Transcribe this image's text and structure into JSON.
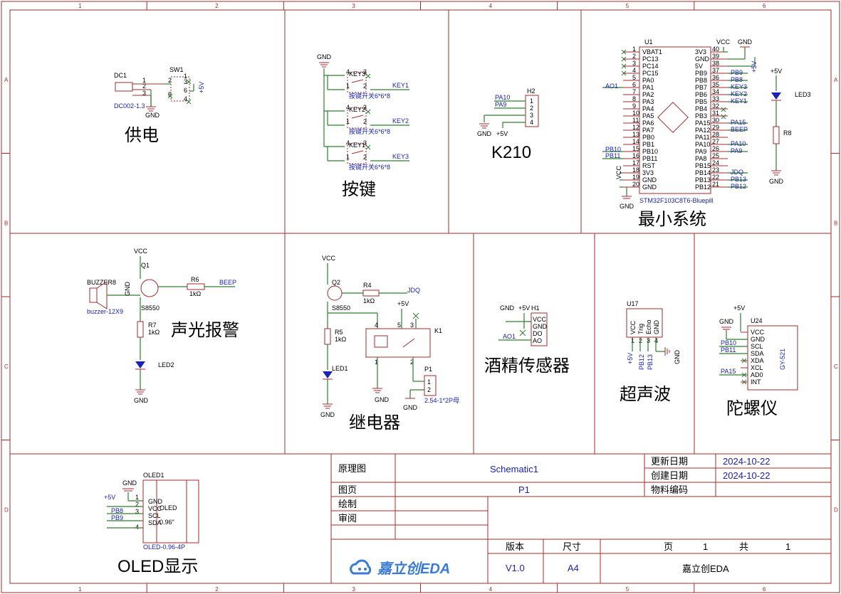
{
  "border": {
    "columns": [
      "1",
      "2",
      "3",
      "4",
      "5",
      "6"
    ],
    "rows": [
      "A",
      "B",
      "C",
      "D"
    ]
  },
  "sections": {
    "power": "供电",
    "keys": "按键",
    "k210": "K210",
    "minsys": "最小系统",
    "alarm": "声光报警",
    "relay": "继电器",
    "alcohol": "酒精传感器",
    "ultrasonic": "超声波",
    "gyro": "陀螺仪",
    "oled": "OLED显示"
  },
  "power": {
    "dc_ref": "DC1",
    "dc_part": "DC002-1.3",
    "sw_ref": "SW1",
    "v5": "+5V",
    "gnd": "GND",
    "pins": [
      "1",
      "2",
      "3"
    ],
    "sw_pins": [
      "1",
      "2",
      "3",
      "4",
      "5",
      "6"
    ]
  },
  "keys": {
    "gnd": "GND",
    "items": [
      {
        "ref": "KEY3",
        "net": "KEY1",
        "part": "按键开关6*6*8"
      },
      {
        "ref": "KEY2",
        "net": "KEY2",
        "part": "按键开关6*6*8"
      },
      {
        "ref": "KEY1",
        "net": "KEY3",
        "part": "按键开关6*6*8"
      }
    ],
    "pins": [
      "1",
      "2",
      "3",
      "4"
    ]
  },
  "k210": {
    "ref": "H2",
    "nets": [
      "PA10",
      "PA9"
    ],
    "pins": [
      "1",
      "2",
      "3",
      "4"
    ],
    "gnd": "GND",
    "v5": "+5V"
  },
  "mcu": {
    "ref": "U1",
    "part": "STM32F103C8T6-Bluepill",
    "left_pins": [
      {
        "n": "1",
        "name": "VBAT1"
      },
      {
        "n": "2",
        "name": "PC13"
      },
      {
        "n": "3",
        "name": "PC14"
      },
      {
        "n": "4",
        "name": "PC15"
      },
      {
        "n": "5",
        "name": "PA0"
      },
      {
        "n": "6",
        "name": "PA1"
      },
      {
        "n": "7",
        "name": "PA2"
      },
      {
        "n": "8",
        "name": "PA3"
      },
      {
        "n": "9",
        "name": "PA4"
      },
      {
        "n": "10",
        "name": "PA5"
      },
      {
        "n": "11",
        "name": "PA6"
      },
      {
        "n": "12",
        "name": "PA7"
      },
      {
        "n": "13",
        "name": "PB0"
      },
      {
        "n": "14",
        "name": "PB1"
      },
      {
        "n": "15",
        "name": "PB10"
      },
      {
        "n": "16",
        "name": "PB11"
      },
      {
        "n": "17",
        "name": "RST"
      },
      {
        "n": "18",
        "name": "3V3"
      },
      {
        "n": "19",
        "name": "GND"
      },
      {
        "n": "20",
        "name": "GND"
      }
    ],
    "right_pins": [
      {
        "n": "40",
        "name": "3V3"
      },
      {
        "n": "39",
        "name": "GND"
      },
      {
        "n": "38",
        "name": "5V"
      },
      {
        "n": "37",
        "name": "PB9"
      },
      {
        "n": "36",
        "name": "PB8"
      },
      {
        "n": "35",
        "name": "PB7"
      },
      {
        "n": "34",
        "name": "PB6"
      },
      {
        "n": "33",
        "name": "PB5"
      },
      {
        "n": "32",
        "name": "PB4"
      },
      {
        "n": "31",
        "name": "PB3"
      },
      {
        "n": "30",
        "name": "PA15"
      },
      {
        "n": "29",
        "name": "PA12"
      },
      {
        "n": "28",
        "name": "PA11"
      },
      {
        "n": "27",
        "name": "PA10"
      },
      {
        "n": "26",
        "name": "PA9"
      },
      {
        "n": "25",
        "name": "PA8"
      },
      {
        "n": "24",
        "name": "PB15"
      },
      {
        "n": "23",
        "name": "PB14"
      },
      {
        "n": "22",
        "name": "PB13"
      },
      {
        "n": "21",
        "name": "PB12"
      }
    ],
    "right_nets": [
      "",
      "",
      "",
      "PB9",
      "PB8",
      "KEY3",
      "KEY2",
      "KEY1",
      "",
      "",
      "PA15",
      "BEEP",
      "",
      "PA10",
      "PA9",
      "",
      "",
      "JDQ",
      "PB13",
      "PB12"
    ],
    "left_nets": {
      "ao1": "AO1",
      "pb10": "PB10",
      "pb11": "PB11"
    },
    "vcc": "VCC",
    "gnd": "GND",
    "v5": "+5V"
  },
  "led3": {
    "ref": "LED3",
    "r_ref": "R8",
    "v5": "+5V",
    "gnd": "GND"
  },
  "alarm": {
    "vcc": "VCC",
    "q_ref": "Q1",
    "q_part": "S8550",
    "buzzer_ref": "BUZZER8",
    "buzzer_part": "buzzer-12X9",
    "r6": "R6",
    "r6_val": "1kΩ",
    "beep": "BEEP",
    "r7": "R7",
    "r7_val": "1kΩ",
    "led": "LED2",
    "gnd": "GND",
    "gnd2": "GND"
  },
  "relay": {
    "vcc": "VCC",
    "q_ref": "Q2",
    "q_part": "S8550",
    "r4": "R4",
    "r4_val": "1kΩ",
    "jdq": "JDQ",
    "r5": "R5",
    "r5_val": "1kΩ",
    "led": "LED1",
    "gnd": "GND",
    "k_ref": "K1",
    "v5": "+5V",
    "p_ref": "P1",
    "p_part": "2.54-1*2P母",
    "gnd2": "GND",
    "gnd3": "GND",
    "k_pins": [
      "4",
      "5",
      "3",
      "1",
      "2"
    ],
    "p_pins": [
      "1",
      "2"
    ]
  },
  "alcohol": {
    "ref": "H1",
    "gnd": "GND",
    "v5": "+5V",
    "pins": [
      "VCC",
      "GND",
      "DO",
      "AO"
    ],
    "net": "AO1"
  },
  "ultrasonic": {
    "ref": "U17",
    "pins": [
      "VCC",
      "Trig",
      "Echo",
      "GND"
    ],
    "nums": [
      "1",
      "2",
      "3",
      "4"
    ],
    "v5": "+5V",
    "nets": [
      "PB12",
      "PB13"
    ],
    "gnd": "GND"
  },
  "gyro": {
    "ref": "U24",
    "part": "GY-521",
    "v5": "+5V",
    "gnd": "GND",
    "pins": [
      "VCC",
      "GND",
      "SCL",
      "SDA",
      "XDA",
      "XCL",
      "AD0",
      "INT"
    ],
    "nets": [
      "PB10",
      "PB11",
      "PA15"
    ]
  },
  "oled": {
    "ref": "OLED1",
    "part": "OLED-0.96-4P",
    "gnd": "GND",
    "v5": "+5V",
    "nets": [
      "PB8",
      "PB9"
    ],
    "pins": [
      "GND",
      "VCC",
      "SCL",
      "SDA"
    ],
    "nums": [
      "1",
      "2",
      "3",
      "4"
    ],
    "title": "OLED",
    "size": "0.96\""
  },
  "titleblock": {
    "schematic_label": "原理图",
    "schematic_value": "Schematic1",
    "page_label": "图页",
    "page_value": "P1",
    "draw_label": "绘制",
    "review_label": "审阅",
    "updated_label": "更新日期",
    "updated_value": "2024-10-22",
    "created_label": "创建日期",
    "created_value": "2024-10-22",
    "bom_label": "物料编码",
    "version_label": "版本",
    "version_value": "V1.0",
    "size_label": "尺寸",
    "size_value": "A4",
    "sheet_label": "页",
    "sheet_value": "1",
    "total_label": "共",
    "total_value": "1",
    "company": "嘉立创EDA",
    "brand": "嘉立创EDA"
  }
}
